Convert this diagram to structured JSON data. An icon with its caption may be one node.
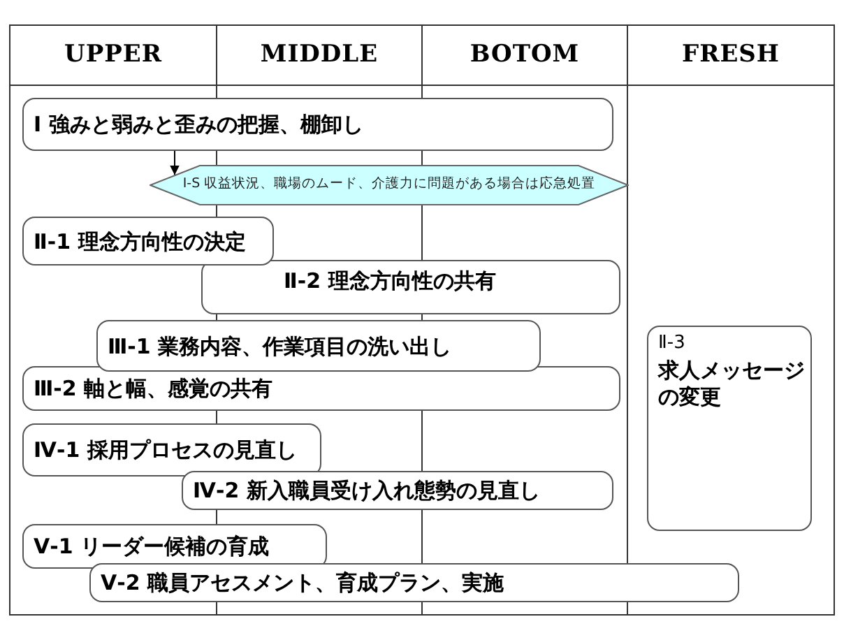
{
  "diagram": {
    "nodes": [
      {
        "text": [
          "Ⅰ 強みと弱みと歪みの把握、棚卸し"
        ]
      },
      {
        "text": [
          "Ⅰ-S 収益状況、職場のムード、介護力に問題がある場合は応急処置"
        ]
      },
      {
        "text": [
          "Ⅱ-1 理念方向性の決定"
        ]
      },
      {
        "text": [
          "Ⅱ-2 理念方向性の共有"
        ]
      },
      {
        "text": [
          "Ⅱ-3",
          "求人メッセージの変更"
        ]
      },
      {
        "text": [
          "Ⅲ-1 業務内容、作業項目の洗い出し"
        ]
      },
      {
        "text": [
          "Ⅲ-2 軸と幅、感覚の共有"
        ]
      },
      {
        "text": [
          "Ⅳ-1 採用プロセスの見直し"
        ]
      },
      {
        "text": [
          "Ⅳ-2 新入職員受け入れ態勢の見直し"
        ]
      },
      {
        "text": [
          "Ⅴ-1 リーダー候補の育成"
        ]
      },
      {
        "text": [
          "Ⅴ-2 職員アセスメント、育成プラン、実施"
        ]
      }
    ],
    "edges": [
      {
        "from": 0,
        "to": 1,
        "arrow": "to"
      }
    ],
    "labels": [
      "UPPER",
      "MIDDLE",
      "BOTOM",
      "FRESH"
    ]
  }
}
